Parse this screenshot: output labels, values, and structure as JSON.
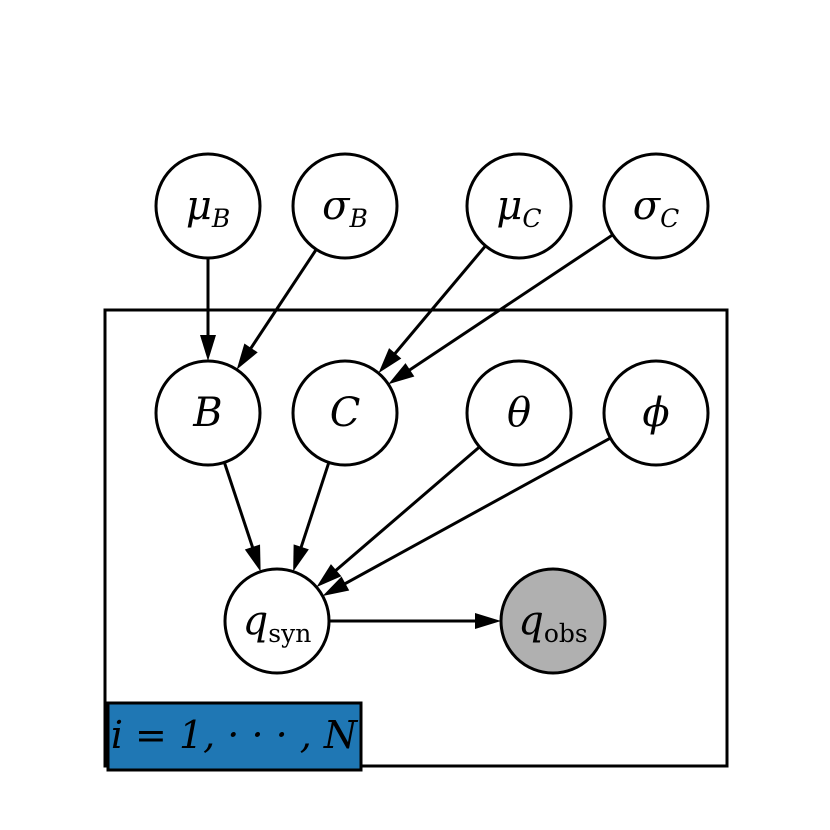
{
  "diagram": {
    "nodes": [
      {
        "id": "mu_B",
        "base": "μ",
        "sub": "B",
        "sub_style": "italic",
        "fill": "#ffffff"
      },
      {
        "id": "sigma_B",
        "base": "σ",
        "sub": "B",
        "sub_style": "italic",
        "fill": "#ffffff"
      },
      {
        "id": "mu_C",
        "base": "μ",
        "sub": "C",
        "sub_style": "italic",
        "fill": "#ffffff"
      },
      {
        "id": "sigma_C",
        "base": "σ",
        "sub": "C",
        "sub_style": "italic",
        "fill": "#ffffff"
      },
      {
        "id": "B",
        "base": "B",
        "sub": "",
        "sub_style": "italic",
        "fill": "#ffffff"
      },
      {
        "id": "C",
        "base": "C",
        "sub": "",
        "sub_style": "italic",
        "fill": "#ffffff"
      },
      {
        "id": "theta",
        "base": "θ",
        "sub": "",
        "sub_style": "italic",
        "fill": "#ffffff"
      },
      {
        "id": "phi",
        "base": "ϕ",
        "sub": "",
        "sub_style": "italic",
        "fill": "#ffffff"
      },
      {
        "id": "q_syn",
        "base": "q",
        "sub": "syn",
        "sub_style": "upright",
        "fill": "#ffffff"
      },
      {
        "id": "q_obs",
        "base": "q",
        "sub": "obs",
        "sub_style": "upright",
        "fill": "#b0b0b0"
      }
    ],
    "edges": [
      {
        "from": "mu_B",
        "to": "B"
      },
      {
        "from": "sigma_B",
        "to": "B"
      },
      {
        "from": "mu_C",
        "to": "C"
      },
      {
        "from": "sigma_C",
        "to": "C"
      },
      {
        "from": "B",
        "to": "q_syn"
      },
      {
        "from": "C",
        "to": "q_syn"
      },
      {
        "from": "theta",
        "to": "q_syn"
      },
      {
        "from": "phi",
        "to": "q_syn"
      },
      {
        "from": "q_syn",
        "to": "q_obs"
      }
    ],
    "plate": {
      "label": "i = 1, · · · , N",
      "label_bg": "#1f77b4"
    }
  }
}
